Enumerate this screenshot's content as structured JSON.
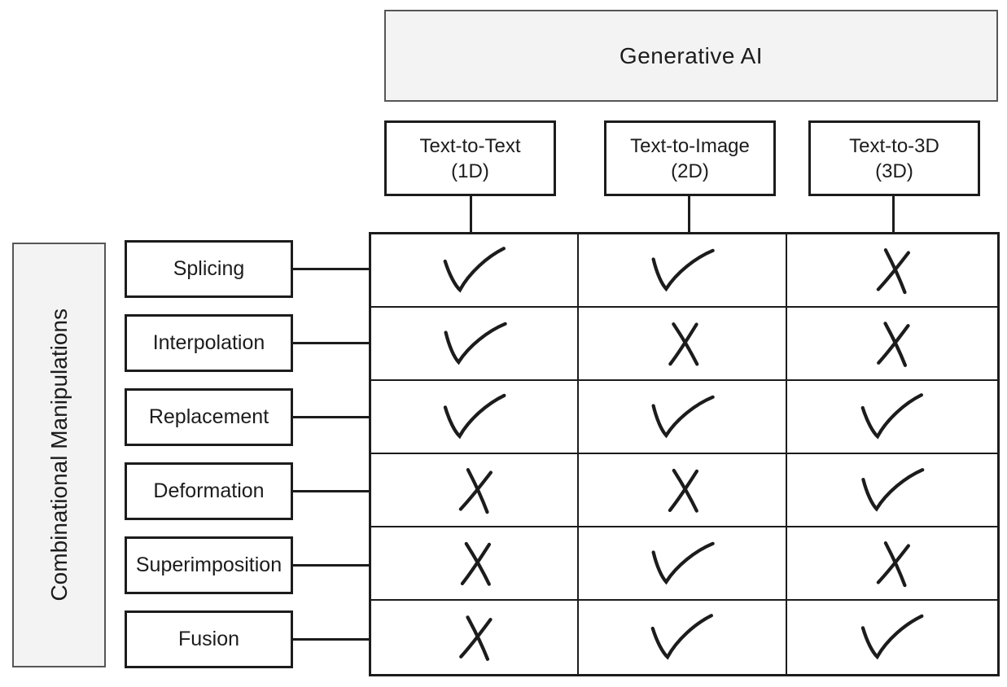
{
  "header": {
    "title": "Generative AI"
  },
  "columns": [
    {
      "title": "Text-to-Text",
      "dim": "(1D)"
    },
    {
      "title": "Text-to-Image",
      "dim": "(2D)"
    },
    {
      "title": "Text-to-3D",
      "dim": "(3D)"
    }
  ],
  "side": {
    "label": "Combinational Manipulations"
  },
  "rows": [
    {
      "label": "Splicing",
      "marks": [
        "check",
        "check",
        "cross"
      ]
    },
    {
      "label": "Interpolation",
      "marks": [
        "check",
        "cross",
        "cross"
      ]
    },
    {
      "label": "Replacement",
      "marks": [
        "check",
        "check",
        "check"
      ]
    },
    {
      "label": "Deformation",
      "marks": [
        "cross",
        "cross",
        "check"
      ]
    },
    {
      "label": "Superimposition",
      "marks": [
        "cross",
        "check",
        "cross"
      ]
    },
    {
      "label": "Fusion",
      "marks": [
        "cross",
        "check",
        "check"
      ]
    }
  ],
  "icons": {
    "check": "check-icon",
    "cross": "cross-icon"
  },
  "colors": {
    "box_fill": "#f3f3f3",
    "box_border": "#565656",
    "line": "#1c1c1c",
    "mark": "#1c1c1c"
  }
}
